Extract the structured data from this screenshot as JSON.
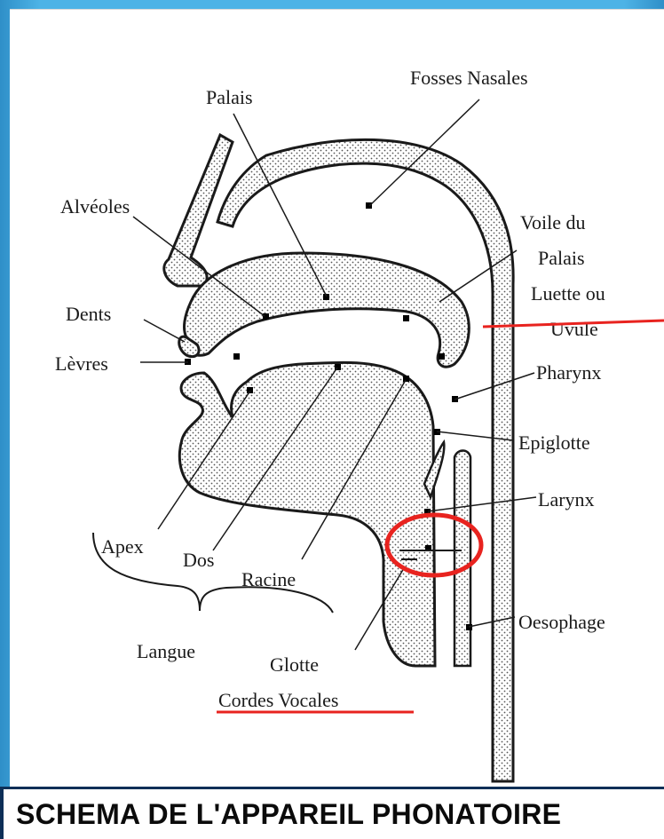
{
  "diagram": {
    "labels": {
      "fosses_nasales": "Fosses Nasales",
      "palais": "Palais",
      "alveoles": "Alvéoles",
      "voile_du": "Voile du",
      "palais2": "Palais",
      "luette_ou": "Luette ou",
      "uvule": "Uvule",
      "dents": "Dents",
      "levres": "Lèvres",
      "pharynx": "Pharynx",
      "epiglotte": "Epiglotte",
      "larynx": "Larynx",
      "apex": "Apex",
      "dos": "Dos",
      "racine": "Racine",
      "oesophage": "Oesophage",
      "langue": "Langue",
      "glotte": "Glotte",
      "cordes_vocales": "Cordes Vocales"
    },
    "annotation_color": "#e8231f",
    "line_color": "#1a1a1a"
  },
  "caption": {
    "text": "SCHEMA DE L'APPAREIL PHONATOIRE"
  }
}
